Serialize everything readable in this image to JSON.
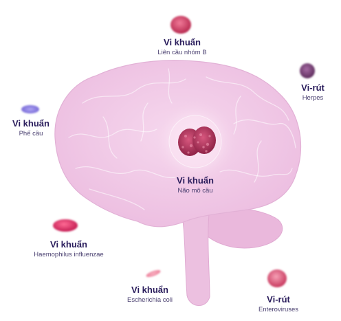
{
  "center": {
    "title": "Vi khuẩn",
    "subtitle": "Não mô cầu"
  },
  "pathogens": [
    {
      "id": "strep-b",
      "title": "Vi khuẩn",
      "subtitle": "Liên cầu nhóm B",
      "color": "#d9456d",
      "shape": "blob"
    },
    {
      "id": "herpes",
      "title": "Vi-rút",
      "subtitle": "Herpes",
      "color": "#7a3f78",
      "shape": "round"
    },
    {
      "id": "pneumococcus",
      "title": "Vi khuẩn",
      "subtitle": "Phế cầu",
      "color": "#8a7be0",
      "shape": "pill"
    },
    {
      "id": "haemophilus",
      "title": "Vi khuẩn",
      "subtitle": "Haemophilus influenzae",
      "color": "#df2d66",
      "shape": "pill"
    },
    {
      "id": "ecoli",
      "title": "Vi khuẩn",
      "subtitle": "Escherichia coli",
      "color": "#f08aa2",
      "shape": "rod"
    },
    {
      "id": "enterovirus",
      "title": "Vi-rút",
      "subtitle": "Enteroviruses",
      "color": "#e0577a",
      "shape": "round"
    }
  ],
  "colors": {
    "brain": "#efc6e4",
    "brain_outline": "#e2b1d6",
    "label_title": "#2a1d5c",
    "label_sub": "#4a4070",
    "meningococcus": "#b8345e"
  }
}
